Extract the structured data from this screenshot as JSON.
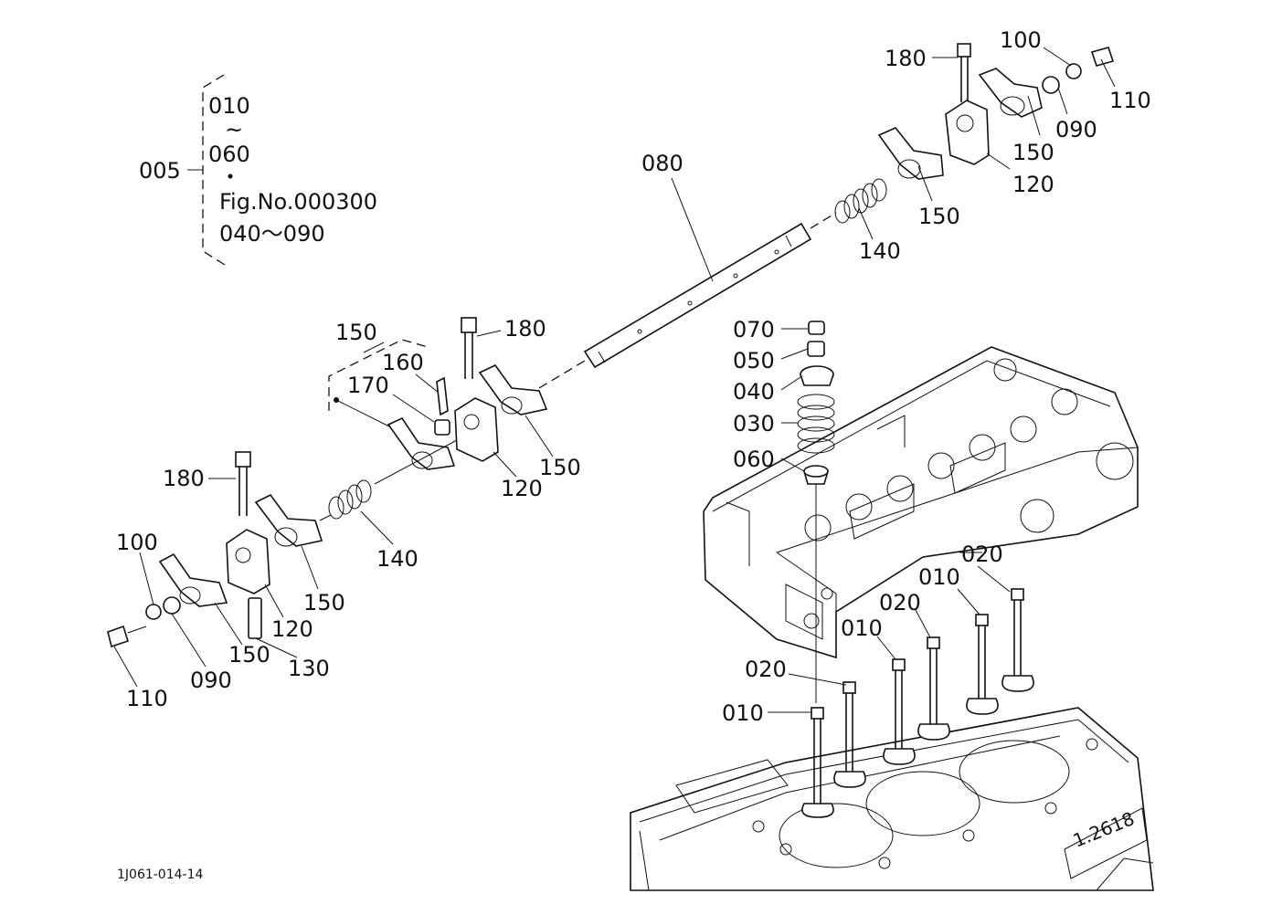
{
  "callouts": {
    "c005": "005",
    "c010_top": "010",
    "c_tilde": "~",
    "c060_top": "060",
    "c_dot": "・",
    "fig_ref": "Fig.No.000300",
    "fig_range": "040～090",
    "c180_tr": "180",
    "c100_tr": "100",
    "c110_tr": "110",
    "c150_tr1": "150",
    "c090_tr": "090",
    "c120_tr": "120",
    "c150_tr2": "150",
    "c140_tr": "140",
    "c080": "080",
    "c150_mid": "150",
    "c160": "160",
    "c170": "170",
    "c180_mid": "180",
    "c150_mid2": "150",
    "c120_mid": "120",
    "c180_left": "180",
    "c140_left": "140",
    "c100_left": "100",
    "c150_left1": "150",
    "c120_left": "120",
    "c150_left2": "150",
    "c130": "130",
    "c090_left": "090",
    "c110_left": "110",
    "c070": "070",
    "c050": "050",
    "c040": "040",
    "c030": "030",
    "c060": "060",
    "c020_a": "020",
    "c010_a": "010",
    "c020_b": "020",
    "c010_b": "010",
    "c020_c": "020",
    "c010_c": "010"
  },
  "engine_mark": "1.2618",
  "drawing_code": "1J061-014-14"
}
